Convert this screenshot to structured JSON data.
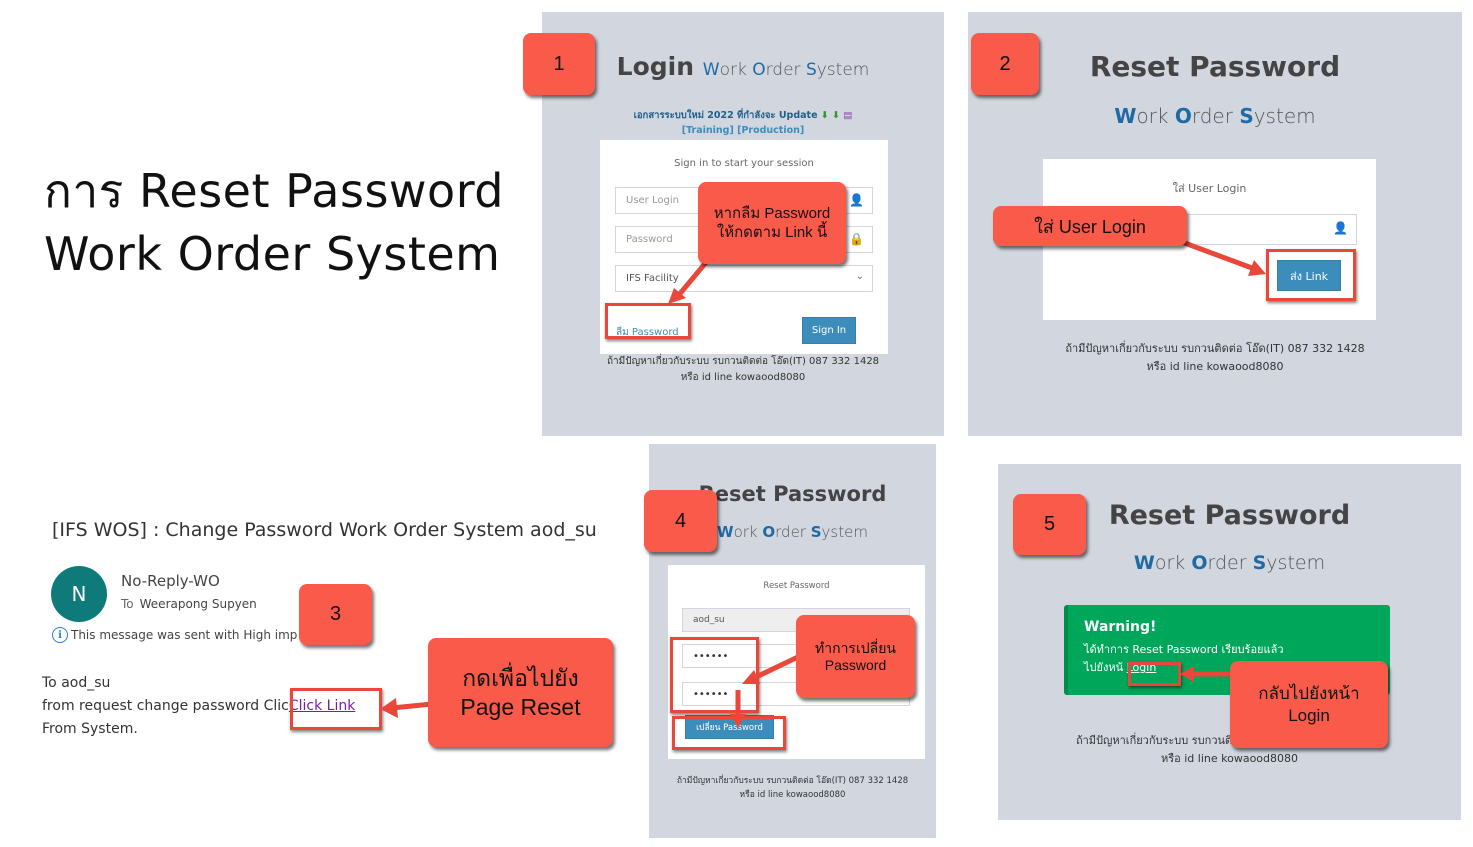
{
  "main_title": {
    "line1": "การ Reset Password",
    "line2": "Work Order System"
  },
  "wos_brand": {
    "w": "W",
    "w_rest": "ork ",
    "o": "O",
    "o_rest": "rder ",
    "s": "S",
    "s_rest": "ystem"
  },
  "step1": {
    "badge": "1",
    "title": "Login",
    "doc_notice": "เอกสารระบบใหม่ 2022 ที่กำลังจะ Update",
    "doc_links": "[Training] [Production]",
    "box_header": "Sign in to start your session",
    "user_placeholder": "User Login",
    "password_placeholder": "Password",
    "facility_selected": "IFS Facility",
    "forgot_link": "ลืม Password",
    "sign_in_button": "Sign In",
    "callout": "หากลืม Password ให้กดตาม Link นี้",
    "footer_line1": "ถ้ามีปัญหาเกี่ยวกับระบบ รบกวนติดต่อ โอ๊ด(IT) 087 332 1428",
    "footer_line2": "หรือ id line kowaood8080"
  },
  "step2": {
    "badge": "2",
    "title": "Reset Password",
    "box_header": "ใส่ User Login",
    "user_value": "",
    "send_link_button": "ส่ง Link",
    "callout": "ใส่ User Login",
    "footer_line1": "ถ้ามีปัญหาเกี่ยวกับระบบ รบกวนติดต่อ โอ๊ด(IT) 087 332 1428",
    "footer_line2": "หรือ id line kowaood8080"
  },
  "step3": {
    "badge": "3",
    "subject": "[IFS WOS] : Change Password Work Order System aod_su",
    "avatar_initial": "N",
    "sender": "No-Reply-WO",
    "to_label": "To",
    "recipient": "Weerapong Supyen",
    "importance_notice": "This message was sent with High imp",
    "body_line1": "To aod_su",
    "body_line2_prefix": "from request change password Clic",
    "click_link": "Click Link",
    "body_line3": "From System.",
    "callout_line1": "กดเพื่อไปยัง",
    "callout_line2": "Page Reset"
  },
  "step4": {
    "badge": "4",
    "title": "Reset Password",
    "box_header": "Reset Password",
    "username_value": "aod_su",
    "new_password_value": "••••••",
    "confirm_password_value": "••••••",
    "change_button": "เปลี่ยน Password",
    "callout_line1": "ทำการเปลี่ยน",
    "callout_line2": "Password",
    "footer_line1": "ถ้ามีปัญหาเกี่ยวกับระบบ รบกวนติดต่อ โอ๊ด(IT) 087 332 1428",
    "footer_line2": "หรือ id line kowaood8080"
  },
  "step5": {
    "badge": "5",
    "title": "Reset Password",
    "alert_title": "Warning!",
    "alert_msg": "ได้ทำการ Reset Password เรียบร้อยแล้ว",
    "alert_goto": "ไปยังหน้",
    "login_link": "Login",
    "callout_line1": "กลับไปยังหน้า",
    "callout_line2": "Login",
    "footer_line1": "ถ้ามีปัญหาเกี่ยวกับระบบ รบกวนติดต่อ",
    "footer_line2": "หรือ id line kowaood8080"
  },
  "colors": {
    "panel_bg": "#d2d6de",
    "callout": "#fa5a4a",
    "primary_button": "#3c8dbc",
    "brand_blue": "#1f6aa5",
    "success": "#00a65a"
  }
}
